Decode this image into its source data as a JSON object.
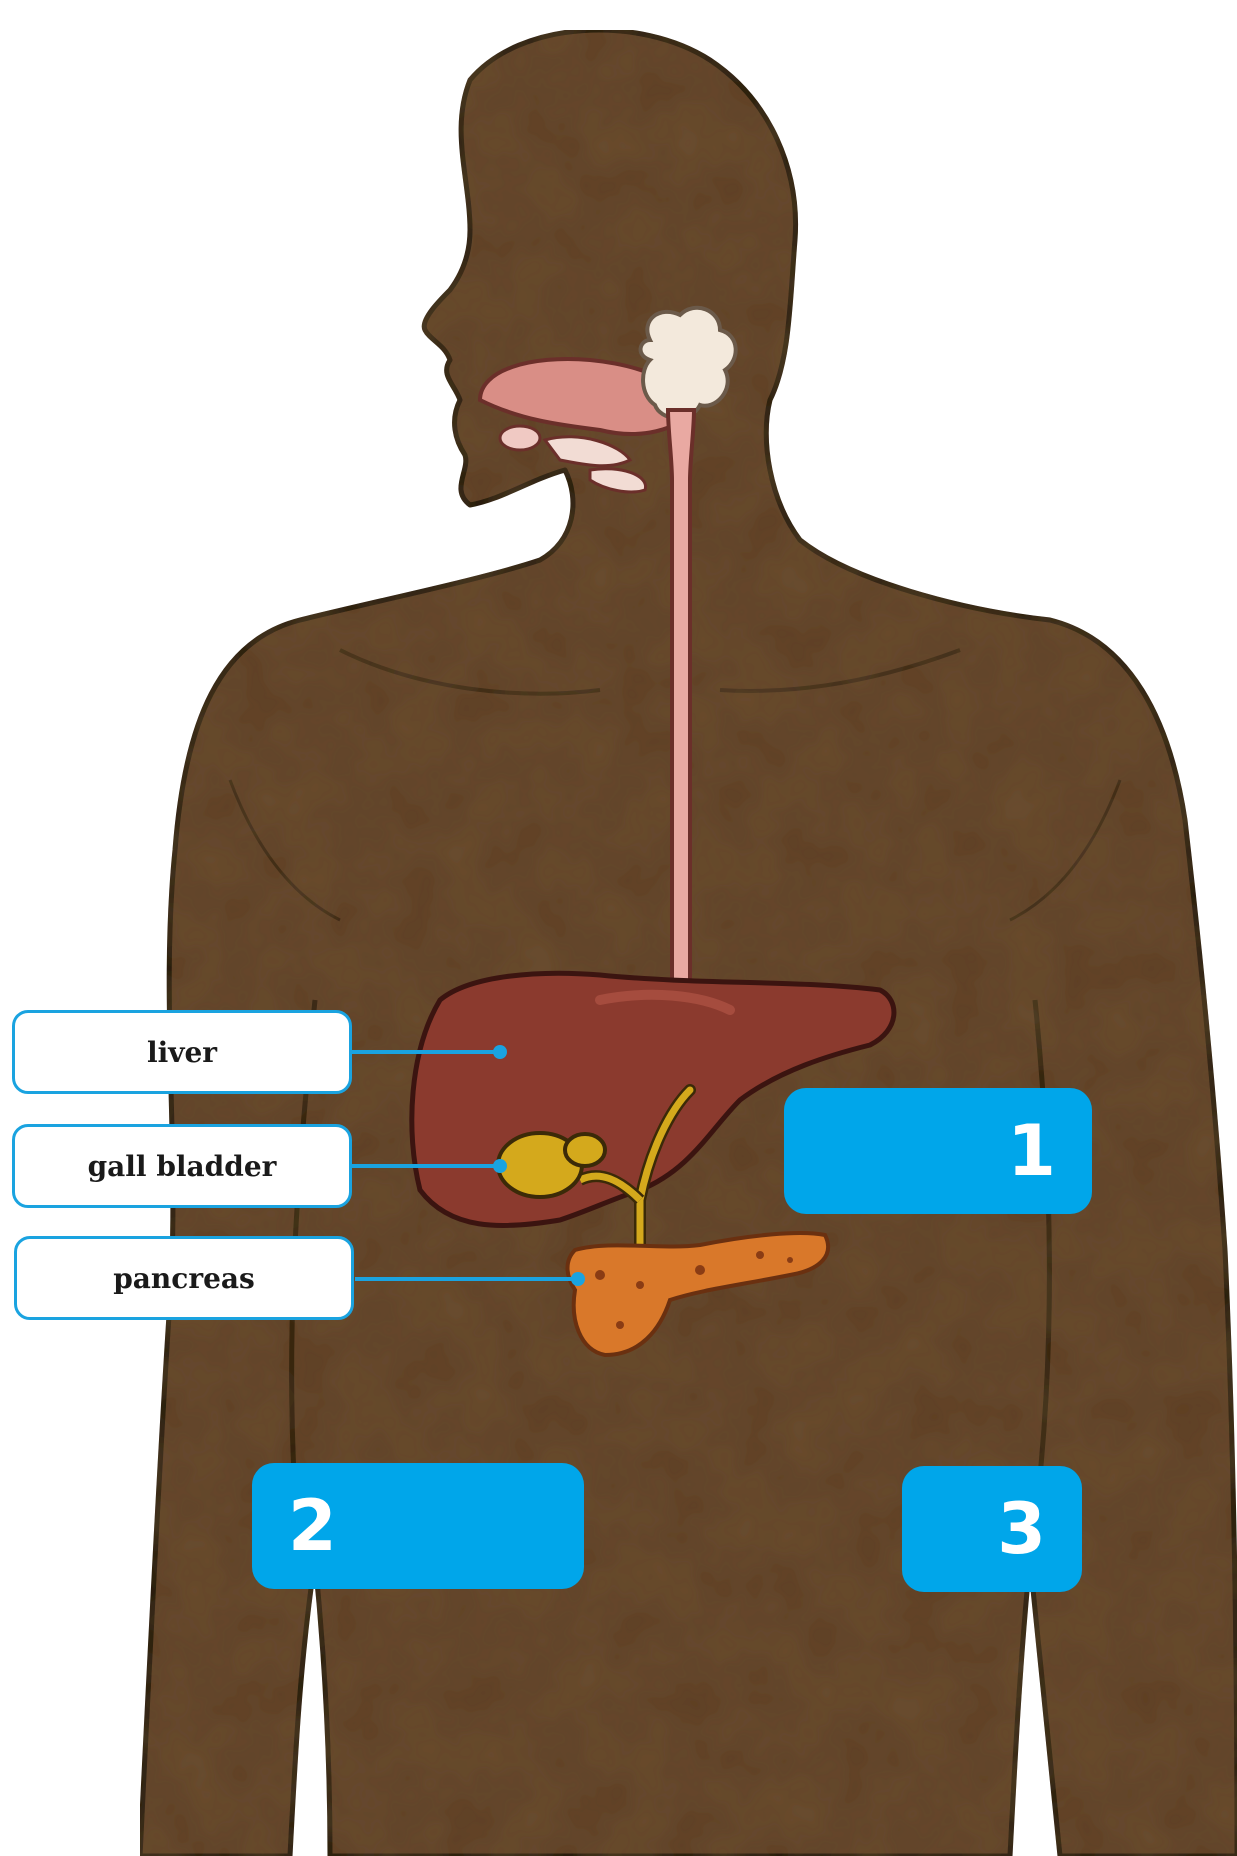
{
  "labels": {
    "liver": "liver",
    "gall_bladder": "gall bladder",
    "pancreas": "pancreas"
  },
  "blanks": {
    "one": "1",
    "two": "2",
    "three": "3"
  },
  "colors": {
    "skin": "#5e4128",
    "outline": "#1c120a",
    "liver": "#8b3a2e",
    "gall_bladder": "#d4a91c",
    "pancreas": "#d9782a",
    "esophagus": "#e9a9a2",
    "blank_box": "#00a6ea",
    "label_border": "#1aa3e0"
  }
}
